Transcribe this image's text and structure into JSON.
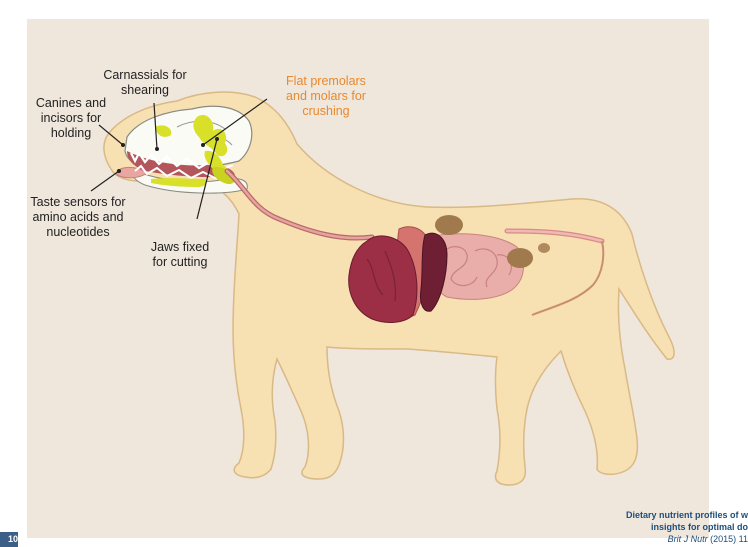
{
  "labels": {
    "carnassials": [
      "Carnassials for",
      "shearing"
    ],
    "canines": [
      "Canines and",
      "incisors for",
      "holding"
    ],
    "premolars": [
      "Flat premolars",
      "and molars for",
      "crushing"
    ],
    "taste": [
      "Taste sensors for",
      "amino acids and",
      "nucleotides"
    ],
    "jaws": [
      "Jaws fixed",
      "for cutting"
    ]
  },
  "citation": {
    "line1": "Dietary nutrient profiles of w",
    "line2": "insights for optimal do",
    "journal": "Brit J Nutr",
    "year": "(2015) 11"
  },
  "page_tab": "10",
  "colors": {
    "panel": "#efe6dc",
    "body": "#f7e0b2",
    "outline": "#d9b985",
    "highlight": "#d8e02a",
    "liver": "#9c2f46",
    "spleen": "#6e1f33",
    "intestine": "#e9aeaa",
    "label_accent": "#e8892e"
  }
}
